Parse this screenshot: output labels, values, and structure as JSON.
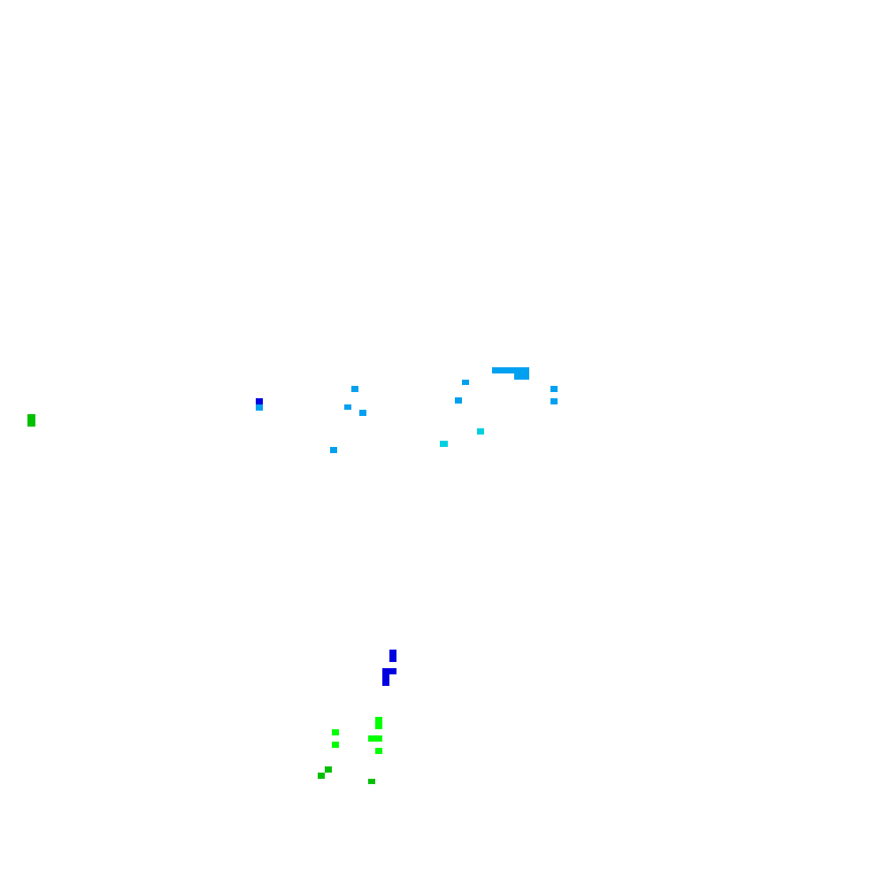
{
  "palette": {
    "background": "#ffffff",
    "sky_blue": "#00a0f0",
    "deep_blue": "#0000e0",
    "cyan": "#00d0e0",
    "bright_green": "#00ff00",
    "mid_green": "#00c000"
  },
  "groups": [
    {
      "name": "sky-blue-cluster",
      "color": "sky_blue"
    },
    {
      "name": "cyan-cluster",
      "color": "cyan"
    },
    {
      "name": "deep-blue-cluster",
      "color": "deep_blue"
    },
    {
      "name": "bright-green-cluster",
      "color": "bright_green"
    },
    {
      "name": "mid-green-cluster",
      "color": "mid_green"
    }
  ]
}
